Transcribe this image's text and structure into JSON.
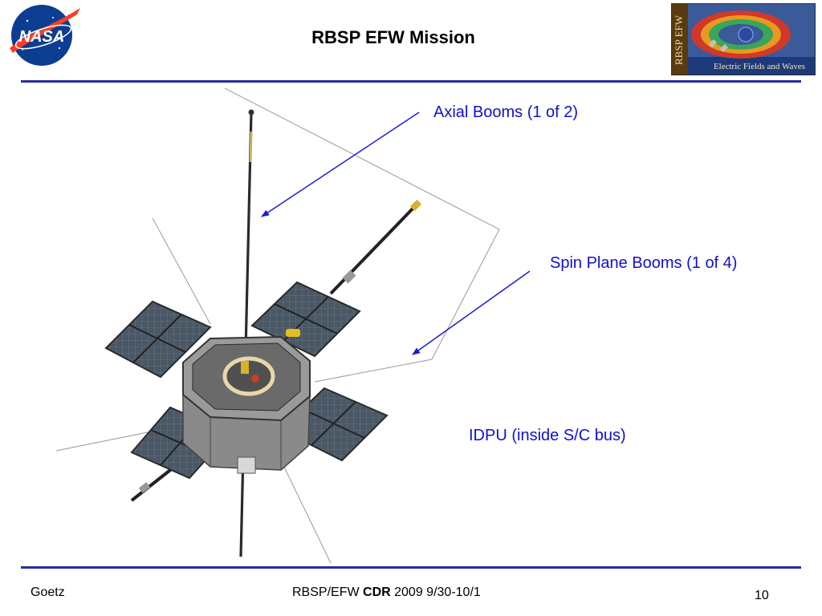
{
  "header": {
    "title": "RBSP EFW Mission",
    "nasa_logo_text": "NASA",
    "efw_logo_vertical": "RBSP EFW",
    "efw_logo_subtitle": "Electric Fields and Waves"
  },
  "annotations": {
    "axial": "Axial Booms (1 of 2)",
    "spin": "Spin Plane Booms (1 of 4)",
    "idpu": "IDPU (inside S/C bus)"
  },
  "footer": {
    "author": "Goetz",
    "center_pre": "RBSP/EFW ",
    "center_bold": "CDR",
    "center_post": " 2009 9/30-10/1",
    "page": "10"
  },
  "colors": {
    "rule": "#2b2ba0",
    "annotation": "#1010d0",
    "nasa_blue": "#0b3d91",
    "nasa_red": "#fc3d21"
  }
}
